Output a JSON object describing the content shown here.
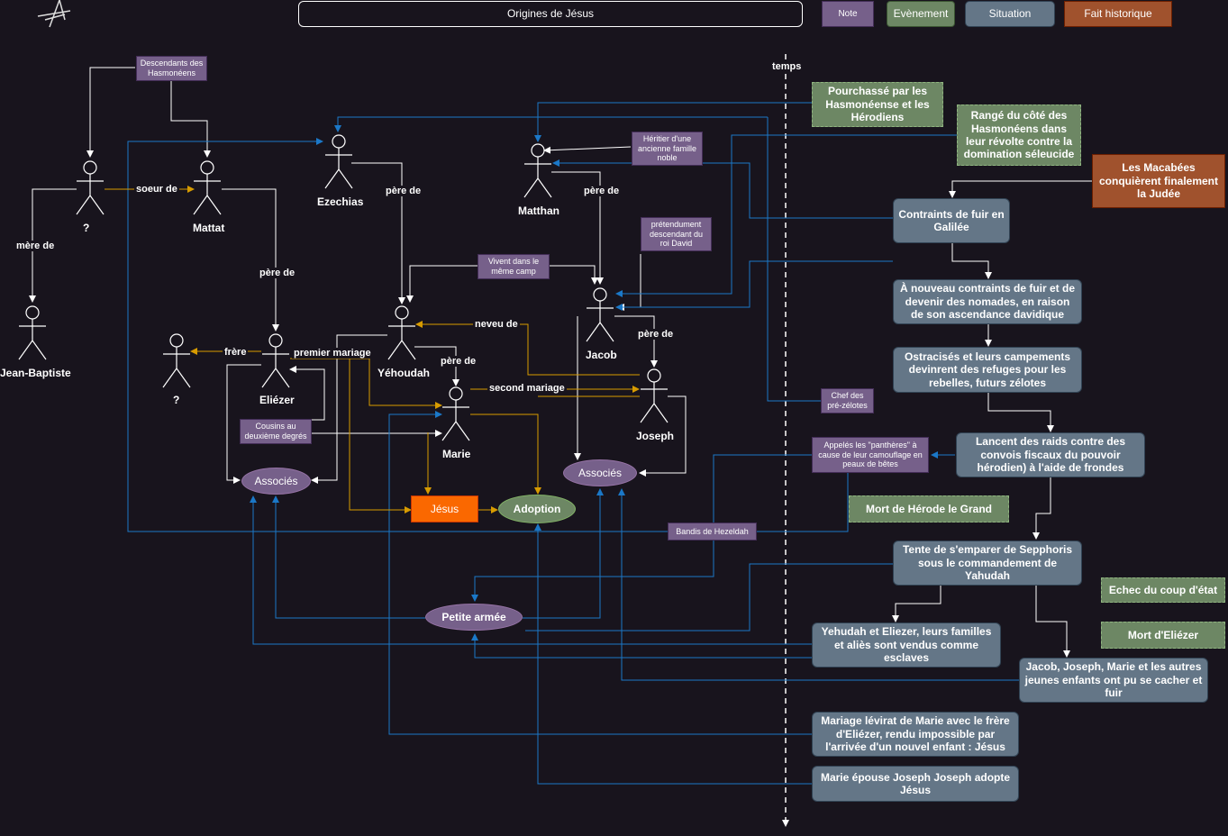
{
  "title": "Origines de Jésus",
  "legend": {
    "note": "Note",
    "event": "Evènement",
    "situation": "Situation",
    "fact": "Fait historique"
  },
  "timeline_label": "temps",
  "actors": {
    "unknown_mother": "?",
    "mattat": "Mattat",
    "ezechias": "Ezechias",
    "matthan": "Matthan",
    "jean_baptiste": "Jean-Baptiste",
    "unknown_brother": "?",
    "eliezer": "Eliézer",
    "yehoudah": "Yéhoudah",
    "marie": "Marie",
    "jacob": "Jacob",
    "joseph": "Joseph"
  },
  "relations": {
    "soeur_de": "soeur de",
    "mere_de": "mère de",
    "pere_de_1": "père de",
    "pere_de_2": "père de",
    "pere_de_3": "père de",
    "pere_de_4": "père de",
    "pere_de_5": "père de",
    "frere": "frère",
    "premier_mariage": "premier mariage",
    "second_mariage": "second mariage",
    "neveu_de": "neveu de"
  },
  "notes": {
    "hasmoneens": "Descendants des Hasmonéens",
    "heritier": "Héritier d'une ancienne famille noble",
    "pretendument": "prétendument descendant du roi David",
    "meme_camp": "Vivent dans le même camp",
    "cousins": "Cousins au deuxième degrés",
    "chef": "Chef des pré-zélotes",
    "pantheres": "Appelés les \"panthères\" à cause de leur camouflage en peaux de bêtes",
    "bandis": "Bandis de Hezeldah"
  },
  "groups": {
    "associes_left": "Associés",
    "associes_right": "Associés",
    "jesus": "Jésus",
    "adoption": "Adoption",
    "petite_armee": "Petite armée"
  },
  "events": {
    "pourchasse": "Pourchassé par les Hasmonéense et les Hérodiens",
    "range": "Rangé du côté des Hasmonéens dans leur révolte contre la domination séleucide",
    "mort_herode": "Mort de Hérode le Grand",
    "echec": "Echec du coup d'état",
    "mort_eliezer": "Mort d'Eliézer"
  },
  "facts": {
    "macabees": "Les Macabées conquièrent finalement la Judée"
  },
  "situations": {
    "galilee": "Contraints de fuir en Galilée",
    "nomades": "À nouveau contraints de fuir et de devenir des nomades, en raison de son ascendance davidique",
    "ostracises": "Ostracisés et leurs campements devinrent des refuges pour les rebelles, futurs zélotes",
    "raids": "Lancent des raids contre des convois fiscaux du pouvoir hérodien) à l'aide de frondes",
    "sepphoris": "Tente de s'emparer de Sepphoris sous le commandement de Yahudah",
    "esclaves": "Yehudah et Eliezer, leurs familles et aliès sont vendus comme esclaves",
    "cacher": "Jacob, Joseph, Marie et les autres jeunes enfants ont pu se cacher et fuir",
    "levirat": "Mariage lévirat de Marie avec le frère d'Eliézer, rendu impossible par l'arrivée d'un nouvel enfant : Jésus",
    "epouse": "Marie épouse Joseph Joseph adopte Jésus"
  },
  "colors": {
    "background": "#18141d",
    "note": "#76608a",
    "event": "#6d8764",
    "situation": "#647687",
    "fact": "#a0522d",
    "jesus": "#fa6800",
    "link_white": "#ffffff",
    "link_blue": "#1ba1e2",
    "link_orange": "#d79b00"
  }
}
